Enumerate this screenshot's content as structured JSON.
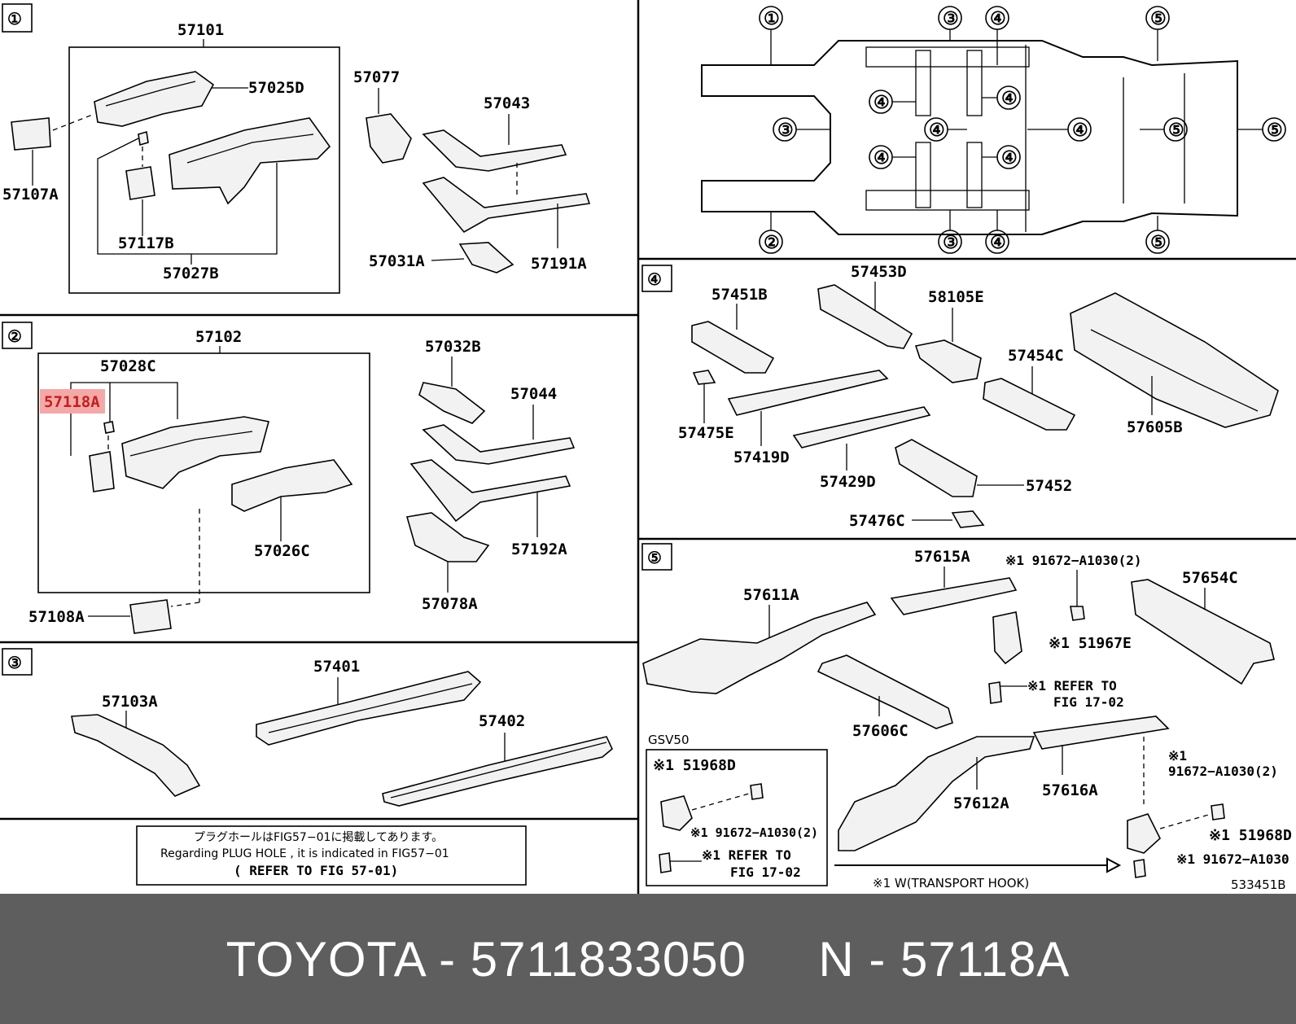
{
  "sections": {
    "s1": "①",
    "s2": "②",
    "s3": "③",
    "s4": "④",
    "s5": "⑤"
  },
  "parts": {
    "p57101": "57101",
    "p57025D": "57025D",
    "p57107A": "57107A",
    "p57117B": "57117B",
    "p57027B": "57027B",
    "p57077": "57077",
    "p57043": "57043",
    "p57031A": "57031A",
    "p57191A": "57191A",
    "p57102": "57102",
    "p57028C": "57028C",
    "p57118A": "57118A",
    "p57026C": "57026C",
    "p57108A": "57108A",
    "p57032B": "57032B",
    "p57044": "57044",
    "p57192A": "57192A",
    "p57078A": "57078A",
    "p57103A": "57103A",
    "p57401": "57401",
    "p57402": "57402",
    "p57451B": "57451B",
    "p57453D": "57453D",
    "p58105E": "58105E",
    "p57454C": "57454C",
    "p57605B": "57605B",
    "p57475E": "57475E",
    "p57419D": "57419D",
    "p57429D": "57429D",
    "p57452": "57452",
    "p57476C": "57476C",
    "p57615A": "57615A",
    "p91672a": "※1 91672−A1030(2)",
    "p57654C": "57654C",
    "p57611A": "57611A",
    "p51967E": "※1 51967E",
    "p_refer1a": "※1 REFER TO",
    "p_refer1b": "FIG 17-02",
    "p57606C": "57606C",
    "gsv50": "GSV50",
    "p51968D_a": "※1 51968D",
    "p91672b": "※1 91672−A1030(2)",
    "p_refer2a": "※1 REFER TO",
    "p_refer2b": "FIG 17-02",
    "p57612A": "57612A",
    "p57616A": "57616A",
    "p91672c_1": "※1",
    "p91672c_2": "91672−A1030(2)",
    "p51968D_b": "※1 51968D",
    "p91672d": "※1 91672−A1030",
    "transport": "※1 W(TRANSPORT HOOK)",
    "fig_id": "533451B"
  },
  "notice": {
    "line1": "プラグホールはFIG57−01に掲載してあります。",
    "line2": "Regarding PLUG HOLE , it is indicated in FIG57−01",
    "line3": "( REFER TO FIG 57-01)"
  },
  "highlight_color": "#f4a8a8",
  "footer": {
    "text": "TOYOTA - 5711833050     N - 57118A"
  }
}
